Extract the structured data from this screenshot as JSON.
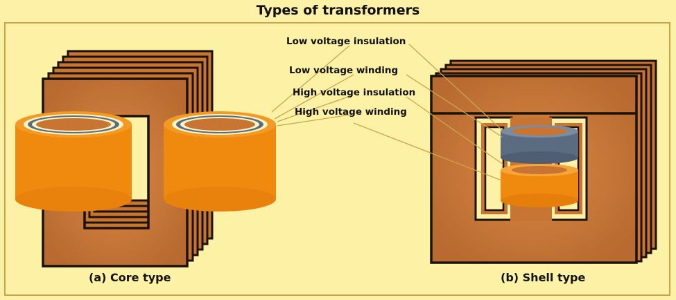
{
  "title": "Types of transformers",
  "labels": {
    "lv_insulation": "Low voltage insulation",
    "lv_winding": "Low voltage winding",
    "hv_insulation": "High voltage insulation",
    "hv_winding": "High voltage winding"
  },
  "captions": {
    "core": "(a) Core type",
    "shell": "(b) Shell type"
  },
  "colors": {
    "background": "#fdf1a8",
    "core_copper": "#c87533",
    "core_outline": "#1a1208",
    "hv_winding": "#f08a0e",
    "lv_winding": "#5b6b80",
    "insulation": "#fbf4c4",
    "leader_line": "#c9a64a"
  }
}
